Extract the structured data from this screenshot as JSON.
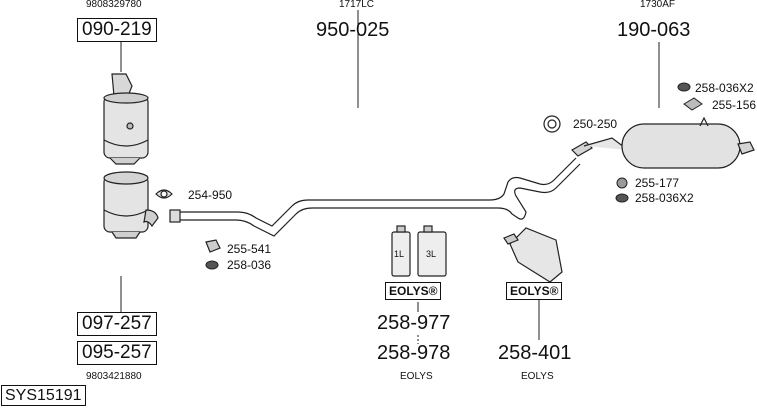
{
  "parts": {
    "p1": {
      "code": "9808329780",
      "ref": "090-219"
    },
    "p2": {
      "code": "1717LC",
      "ref": "950-025"
    },
    "p3": {
      "code": "1730AF",
      "ref": "190-063"
    },
    "p4": {
      "code": "9803421880",
      "ref_a": "097-257",
      "ref_b": "095-257"
    },
    "p5": {
      "ref_a": "258-977",
      "ref_b": "258-978",
      "caption": "EOLYS",
      "badge": "EOLYS®"
    },
    "p6": {
      "ref": "258-401",
      "caption": "EOLYS",
      "badge": "EOLYS®"
    }
  },
  "accessories": {
    "a254_950": "254-950",
    "a255_541": "255-541",
    "a258_036": "258-036",
    "a250_250": "250-250",
    "a258_036x2_top": "258-036X2",
    "a255_156": "255-156",
    "a255_177": "255-177",
    "a258_036x2_bottom": "258-036X2"
  },
  "bottles": {
    "small": "1L",
    "large": "3L"
  },
  "system_id": "SYS15191"
}
